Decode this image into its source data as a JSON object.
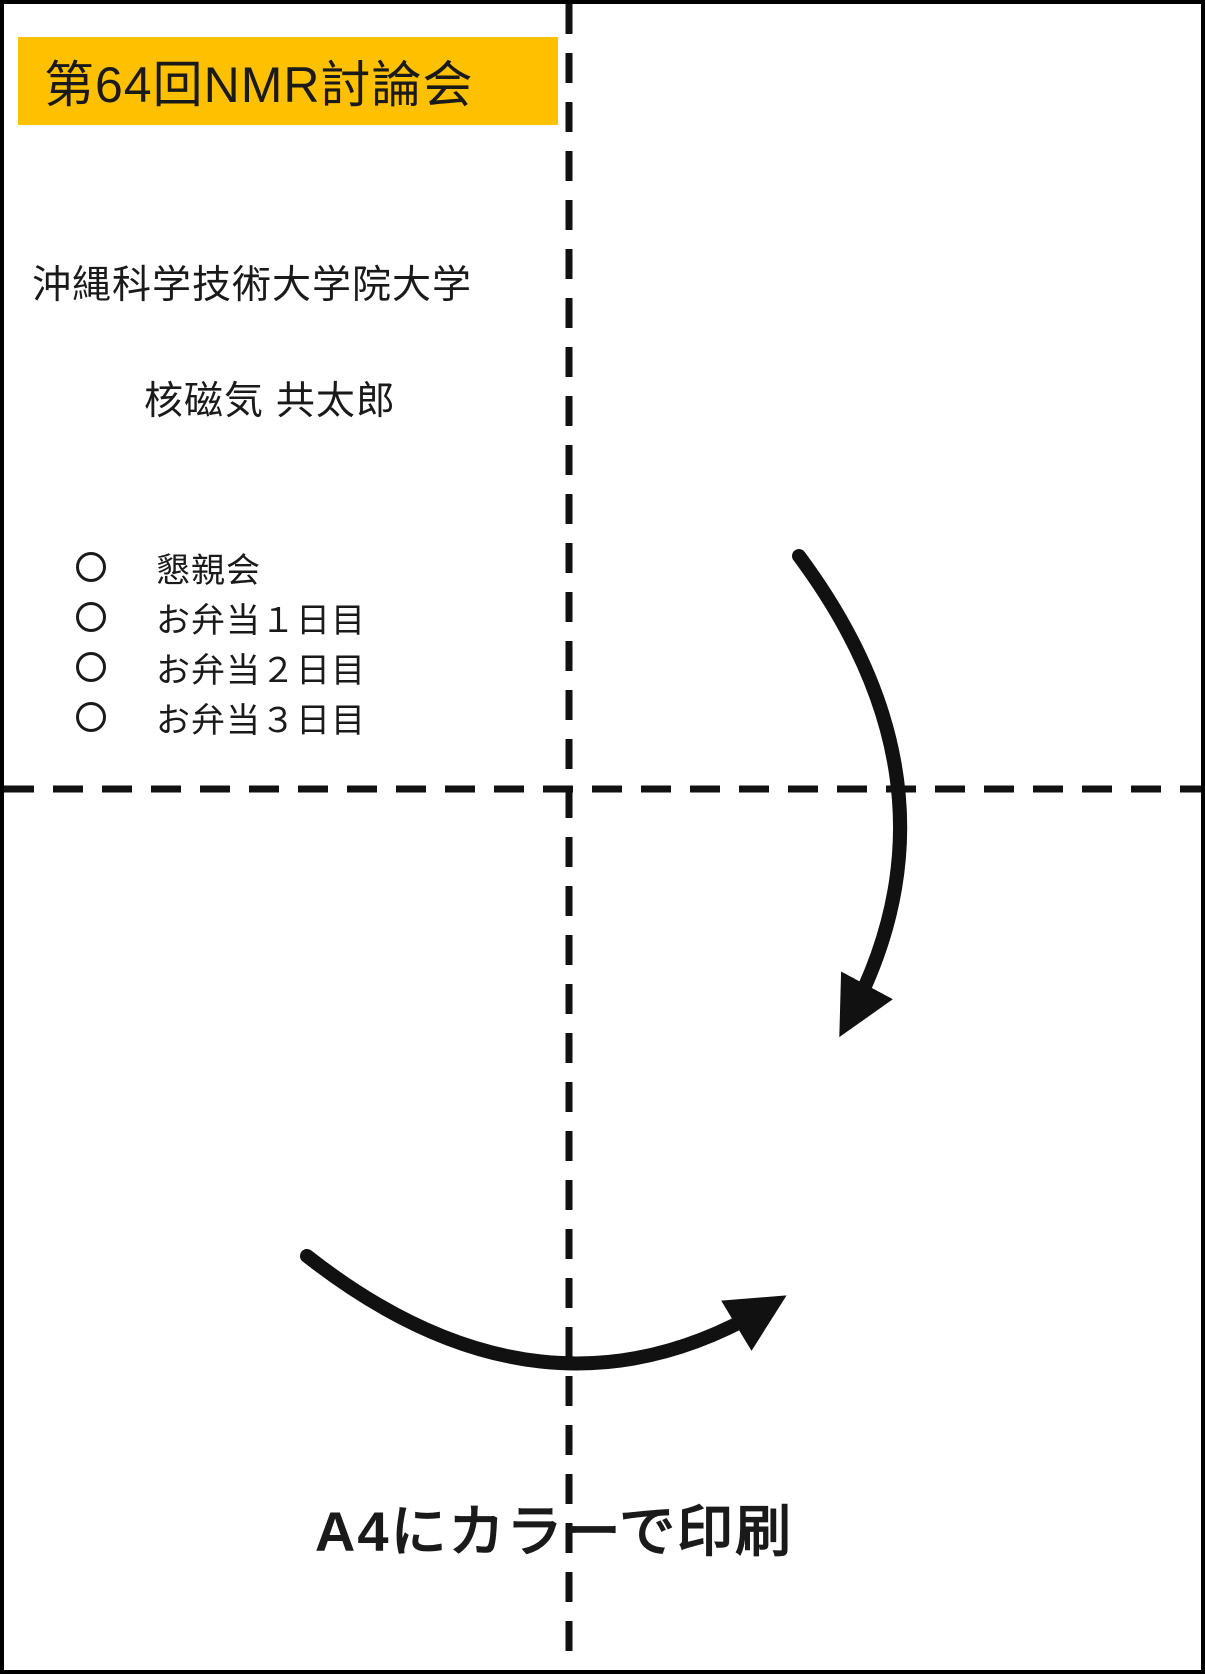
{
  "badge": {
    "title": "第64回NMR討論会",
    "affiliation": "沖縄科学技術大学院大学",
    "holder_name": "核磁気 共太郎",
    "checklist": [
      {
        "label": "懇親会"
      },
      {
        "label": "お弁当１日目"
      },
      {
        "label": "お弁当２日目"
      },
      {
        "label": "お弁当３日目"
      }
    ]
  },
  "footer": {
    "note": "A4にカラーで印刷"
  },
  "icons": {
    "fold_arrow_right": "curved-fold-arrow-down",
    "fold_arrow_bottom": "curved-fold-arrow-right",
    "fold_line_vertical": "dashed-fold-line",
    "fold_line_horizontal": "dashed-fold-line"
  },
  "colors": {
    "highlight": "#FFC000",
    "ink": "#1a1a1a",
    "background": "#ffffff"
  }
}
